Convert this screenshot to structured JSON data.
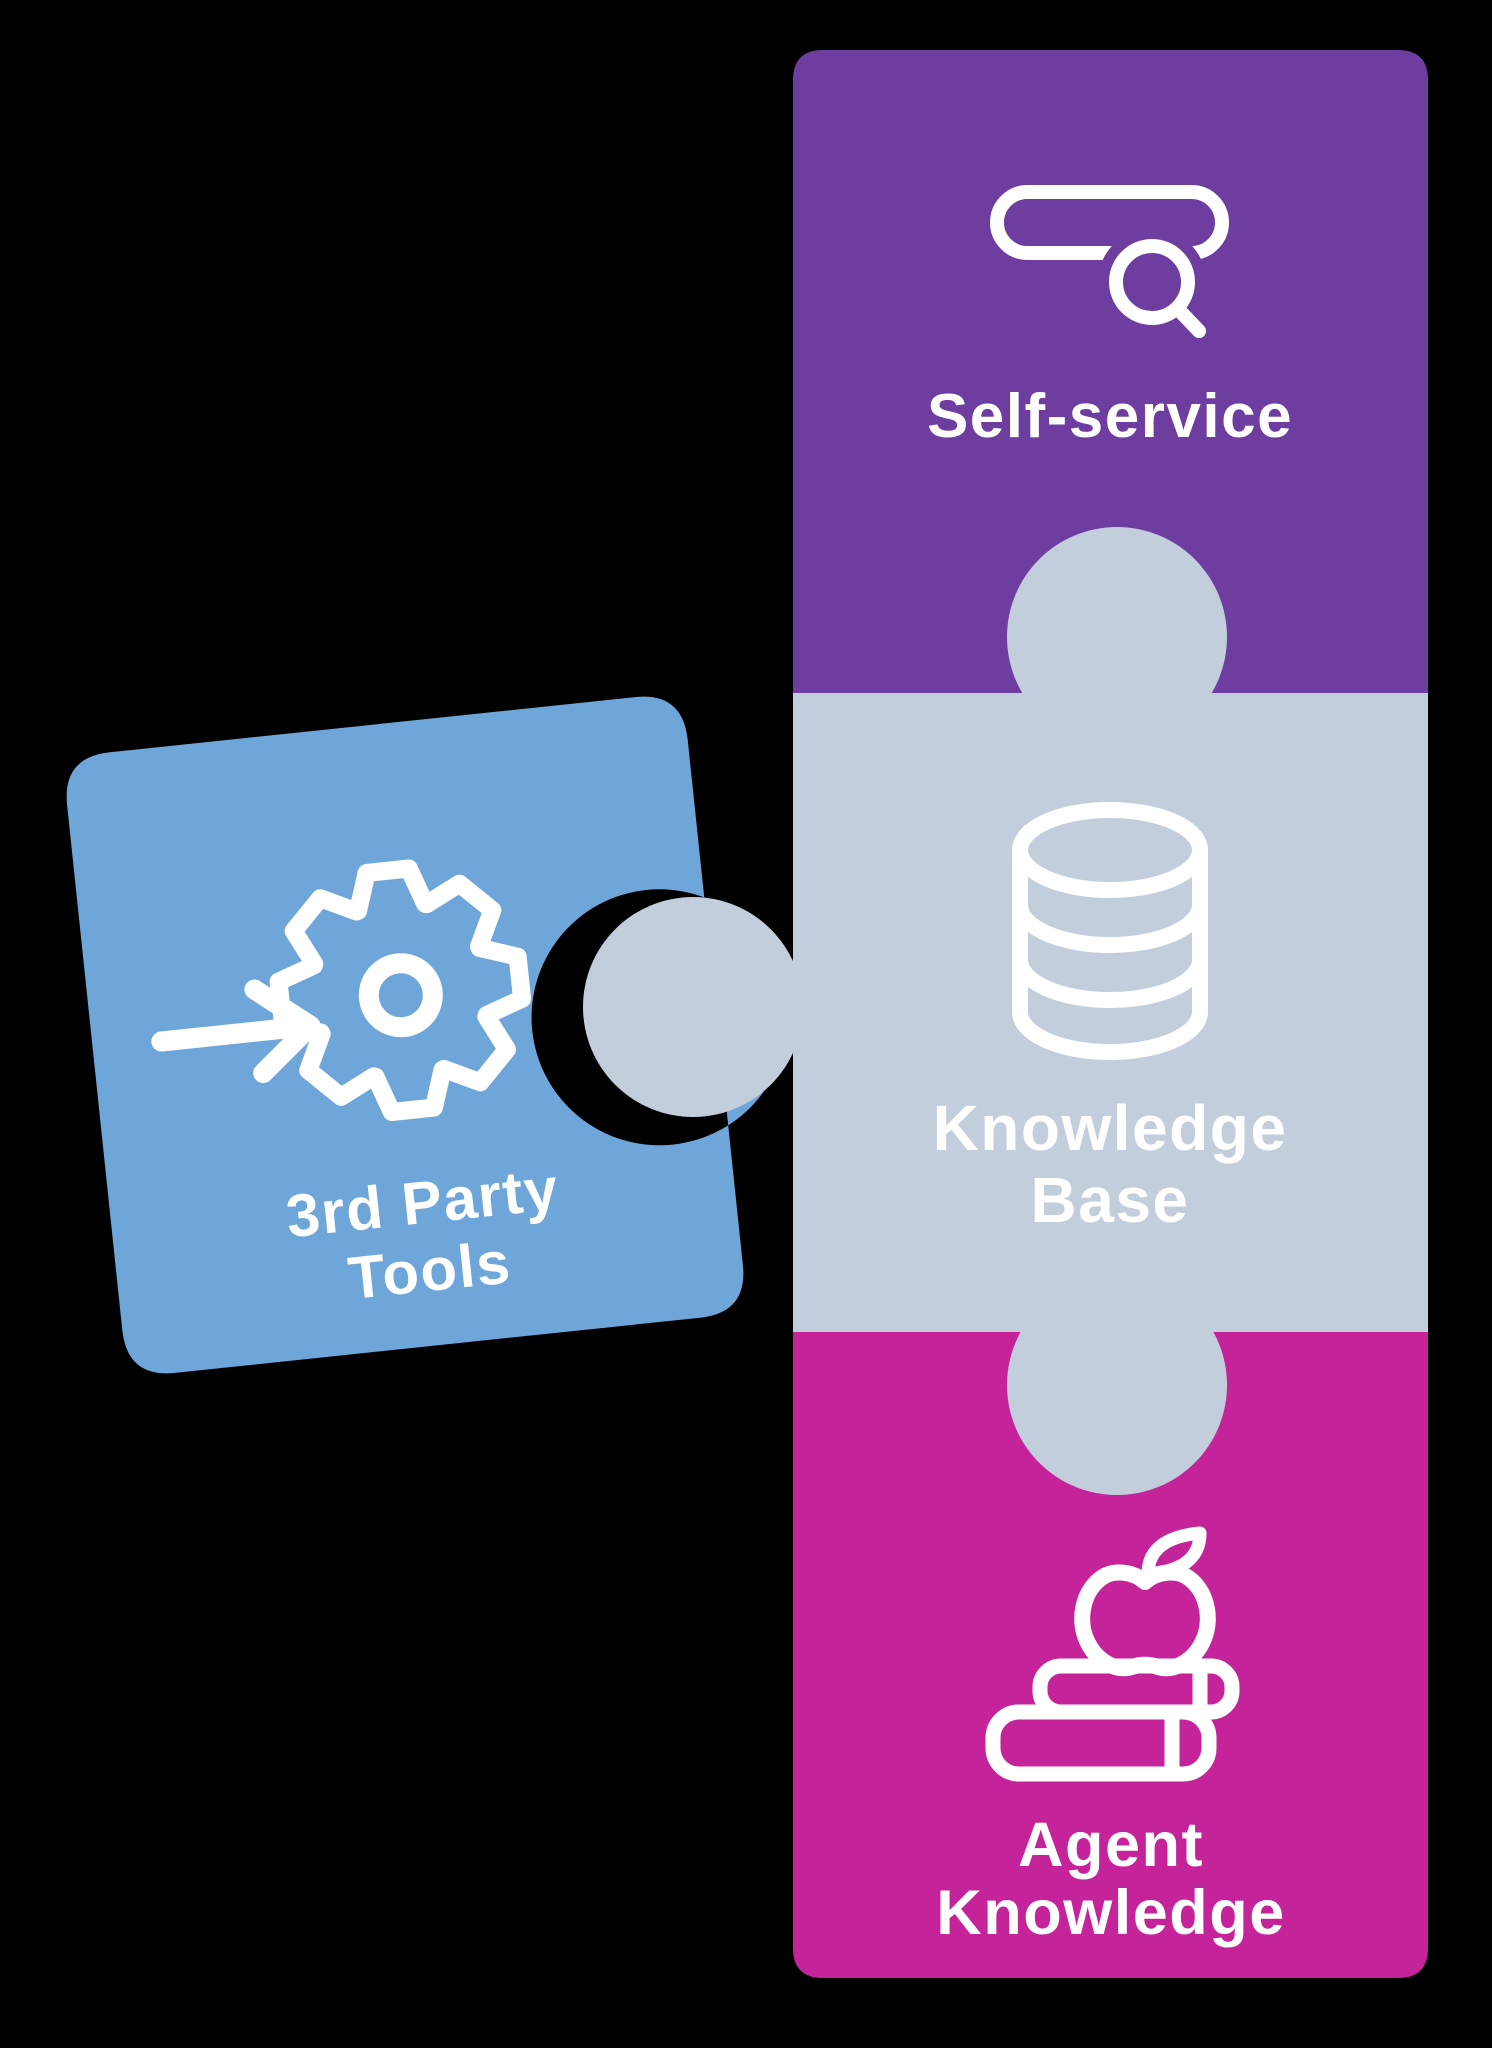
{
  "colors": {
    "background": "#000000",
    "purple": "#6e3da0",
    "light_gray": "#c3cedd",
    "magenta": "#c5239a",
    "blue": "#6fa6d9",
    "white": "#ffffff"
  },
  "pieces": {
    "self_service": {
      "label": "Self-service",
      "icon": "search-bar-magnifier-icon"
    },
    "knowledge_base": {
      "label_line1": "Knowledge",
      "label_line2": "Base",
      "icon": "database-icon"
    },
    "agent_knowledge": {
      "label_line1": "Agent",
      "label_line2": "Knowledge",
      "icon": "apple-on-books-icon"
    },
    "third_party_tools": {
      "label_line1": "3rd Party",
      "label_line2": "Tools",
      "icon": "gear-with-arrow-icon"
    }
  }
}
